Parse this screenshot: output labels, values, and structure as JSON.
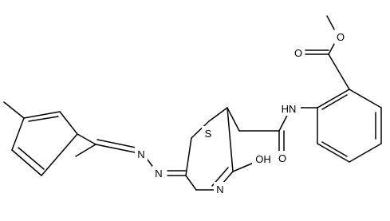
{
  "diagram": {
    "type": "skeletal-structure",
    "colors": {
      "bond": "#000000",
      "label": "#000000",
      "background": "#ffffff"
    },
    "atom_labels": {
      "ester_carbonyl_O": "O",
      "ester_O": "O",
      "amide_NH": "HN",
      "amide_O": "O",
      "ring_S": "S",
      "ring_N": "N",
      "hydroxyl": "OH",
      "hydrazone_N1": "N",
      "hydrazone_N2": "N"
    }
  }
}
